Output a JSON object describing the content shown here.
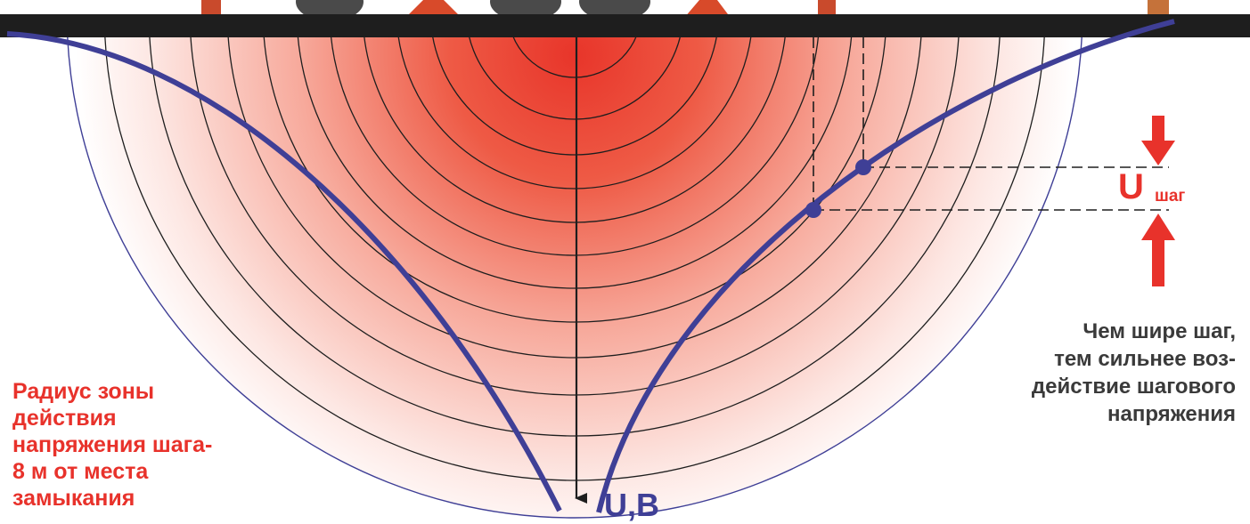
{
  "diagram": {
    "left_caption": "Радиус зоны\nдействия\nнапряжения шага-\n8 м от места\nзамыкания",
    "right_caption": "Чем шире шаг,\nтем сильнее воз-\nдействие шагового\nнапряжения",
    "axis_label": "U,B",
    "step_voltage_symbol": "U",
    "step_voltage_subscript": "шаг"
  },
  "colors": {
    "zone_center": "#e8352a",
    "curve": "#3f3f96",
    "arrow_red": "#e8322b",
    "ground": "#1e1e1e",
    "text_dark": "#3a3a3a"
  }
}
